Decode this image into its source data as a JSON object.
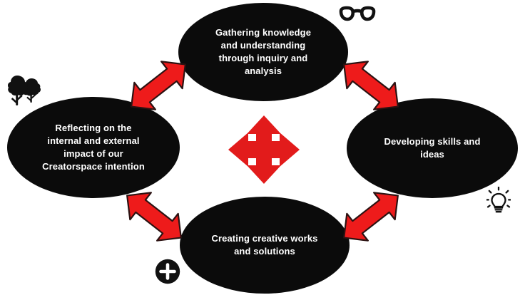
{
  "diagram": {
    "title": "Creatorspace cycle diagram",
    "background_color": "#ffffff",
    "node_fill_color": "#0b0b0b",
    "node_text_color": "#ffffff",
    "arrow_color": "#ee1b1b",
    "arrow_outline_color": "#2a1a1a",
    "icon_color": "#111111"
  },
  "nodes": {
    "top": {
      "label": "Gathering knowledge\nand understanding\nthrough inquiry and\nanalysis"
    },
    "left": {
      "label": "Reflecting on the\ninternal and external\nimpact of our\nCreatorspace intention"
    },
    "right": {
      "label": "Developing skills and\nideas"
    },
    "bottom": {
      "label": "Creating creative works\nand solutions"
    }
  },
  "connectors": {
    "left_top": {
      "name": "double-headed-arrow-left-to-top"
    },
    "top_right": {
      "name": "double-headed-arrow-top-to-right"
    },
    "left_bottom": {
      "name": "double-headed-arrow-left-to-bottom"
    },
    "bottom_right": {
      "name": "double-headed-arrow-bottom-to-right"
    },
    "center": {
      "name": "four-way-arrow"
    }
  },
  "icons": {
    "trees": {
      "name": "trees-icon"
    },
    "glasses": {
      "name": "eyeglasses-icon"
    },
    "bulb": {
      "name": "lightbulb-icon"
    },
    "plus": {
      "name": "plus-circle-icon"
    }
  }
}
